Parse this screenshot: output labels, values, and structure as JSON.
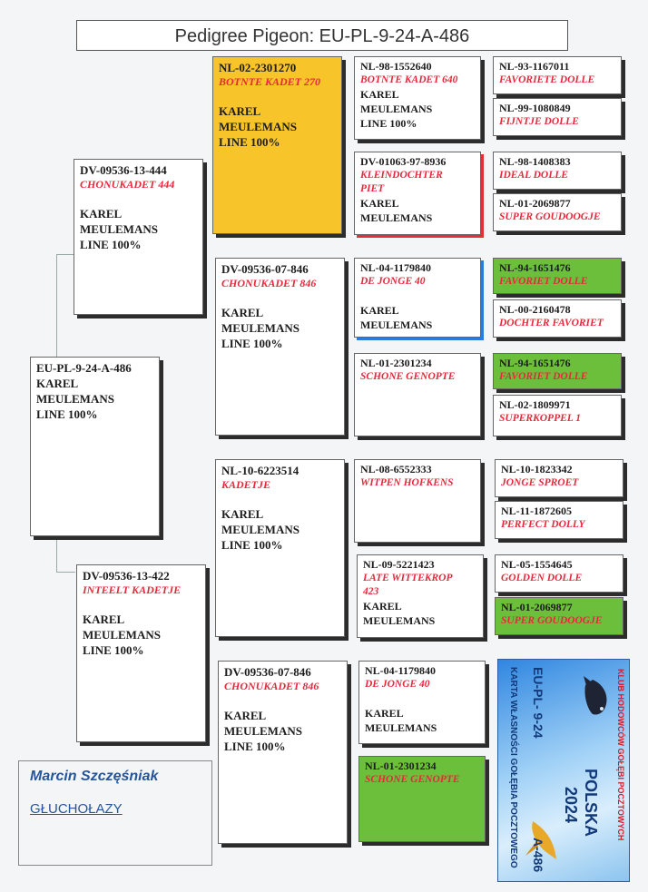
{
  "title": "Pedigree Pigeon: EU-PL-9-24-A-486",
  "subject": {
    "ring": "EU-PL-9-24-A-486",
    "breeder": "KAREL\nMEULEMANS",
    "line": "LINE 100%"
  },
  "sire": {
    "ring": "DV-09536-13-444",
    "name": "CHONUKADET 444",
    "breeder": "KAREL\nMEULEMANS",
    "line": "LINE 100%"
  },
  "dam": {
    "ring": "DV-09536-13-422",
    "name": "INTEELT KADETJE",
    "breeder": "KAREL\nMEULEMANS",
    "line": "LINE 100%"
  },
  "grandparents": {
    "ss": {
      "ring": "NL-02-2301270",
      "name": "BOTNTE KADET 270",
      "breeder": "KAREL\nMEULEMANS",
      "line": "LINE 100%"
    },
    "sd": {
      "ring": "DV-09536-07-846",
      "name": "CHONUKADET 846",
      "breeder": "KAREL\nMEULEMANS",
      "line": "LINE 100%"
    },
    "ds": {
      "ring": "NL-10-6223514",
      "name": "KADETJE",
      "breeder": "KAREL\nMEULEMANS",
      "line": "LINE 100%"
    },
    "dd": {
      "ring": "DV-09536-07-846",
      "name": "CHONUKADET 846",
      "breeder": "KAREL\nMEULEMANS",
      "line": "LINE 100%"
    }
  },
  "great_grandparents": {
    "sss": {
      "ring": "NL-98-1552640",
      "name": "BOTNTE KADET 640",
      "breeder": "KAREL\nMEULEMANS",
      "line": "LINE 100%"
    },
    "ssd": {
      "ring": "DV-01063-97-8936",
      "name": "KLEINDOCHTER\nPIET",
      "breeder": "KAREL\nMEULEMANS"
    },
    "sds": {
      "ring": "NL-04-1179840",
      "name": "DE JONGE 40",
      "breeder": "KAREL\nMEULEMANS"
    },
    "sdd": {
      "ring": "NL-01-2301234",
      "name": "SCHONE GENOPTE"
    },
    "dss": {
      "ring": "NL-08-6552333",
      "name": "WITPEN HOFKENS"
    },
    "dsd": {
      "ring": "NL-09-5221423",
      "name": "LATE WITTEKROP\n423",
      "breeder": "KAREL\nMEULEMANS"
    },
    "dds": {
      "ring": "NL-04-1179840",
      "name": "DE JONGE 40",
      "breeder": "KAREL\nMEULEMANS"
    },
    "ddd": {
      "ring": "NL-01-2301234",
      "name": "SCHONE GENOPTE"
    }
  },
  "gen4": [
    {
      "ring": "NL-93-1167011",
      "name": "FAVORIETE DOLLE"
    },
    {
      "ring": "NL-99-1080849",
      "name": "FIJNTJE DOLLE"
    },
    {
      "ring": "NL-98-1408383",
      "name": "IDEAL DOLLE"
    },
    {
      "ring": "NL-01-2069877",
      "name": "SUPER GOUDOOGJE"
    },
    {
      "ring": "NL-94-1651476",
      "name": "FAVORIET DOLLE"
    },
    {
      "ring": "NL-00-2160478",
      "name": "DOCHTER FAVORIET"
    },
    {
      "ring": "NL-94-1651476",
      "name": "FAVORIET DOLLE"
    },
    {
      "ring": "NL-02-1809971",
      "name": "SUPERKOPPEL 1"
    },
    {
      "ring": "NL-10-1823342",
      "name": "JONGE SPROET"
    },
    {
      "ring": "NL-11-1872605",
      "name": "PERFECT DOLLY"
    },
    {
      "ring": "NL-05-1554645",
      "name": "GOLDEN DOLLE"
    },
    {
      "ring": "NL-01-2069877",
      "name": "SUPER GOUDOOGJE"
    }
  ],
  "owner": {
    "name": "Marcin Szczęśniak",
    "town": "GŁUCHOŁAZY"
  },
  "card": {
    "club": "KLUB HODOWCÓW GOŁĘBI POCZTOWYCH",
    "country": "POLSKA",
    "year": "2024",
    "ring": "EU-PL- 9-24",
    "number": "A-486",
    "caption": "KARTA WŁASNOŚCI GOŁĘBIA POCZTOWEGO"
  },
  "colors": {
    "highlight_yellow": "#f7c42a",
    "highlight_green": "#6cbf3b",
    "pigeon_name": "#e7283c",
    "owner_text": "#25569a"
  }
}
